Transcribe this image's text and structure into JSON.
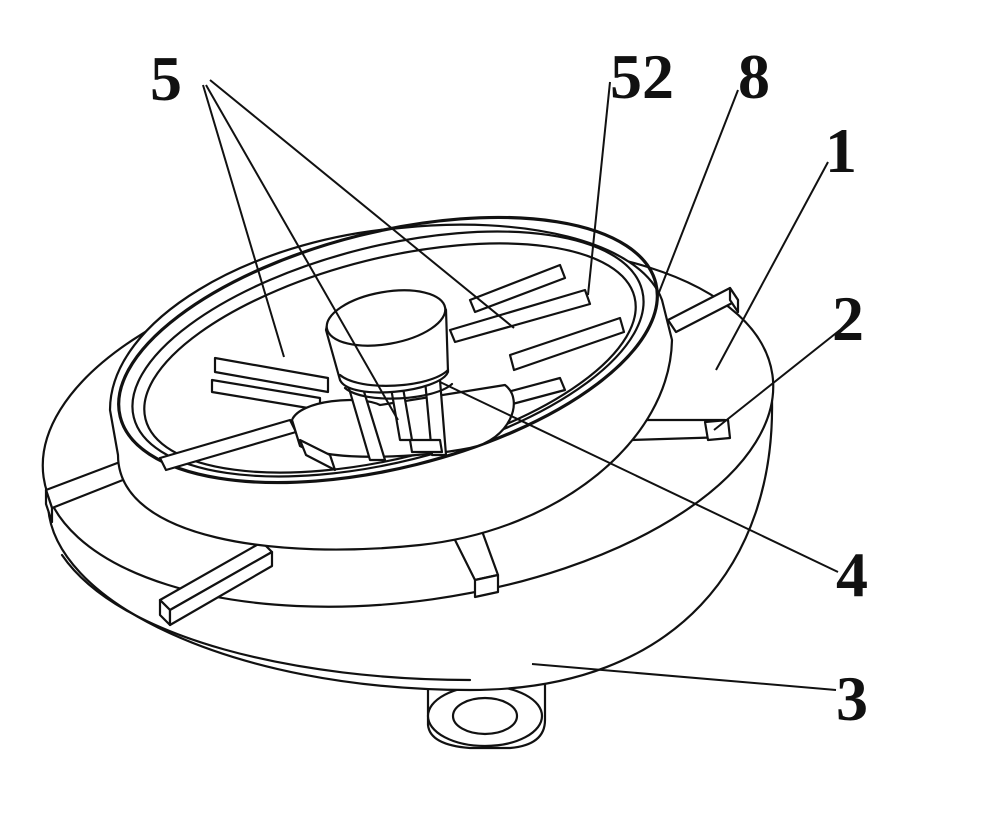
{
  "figure": {
    "labels": {
      "l5": "5",
      "l52": "52",
      "l8": "8",
      "l1": "1",
      "l2": "2",
      "l4": "4",
      "l3": "3"
    }
  }
}
